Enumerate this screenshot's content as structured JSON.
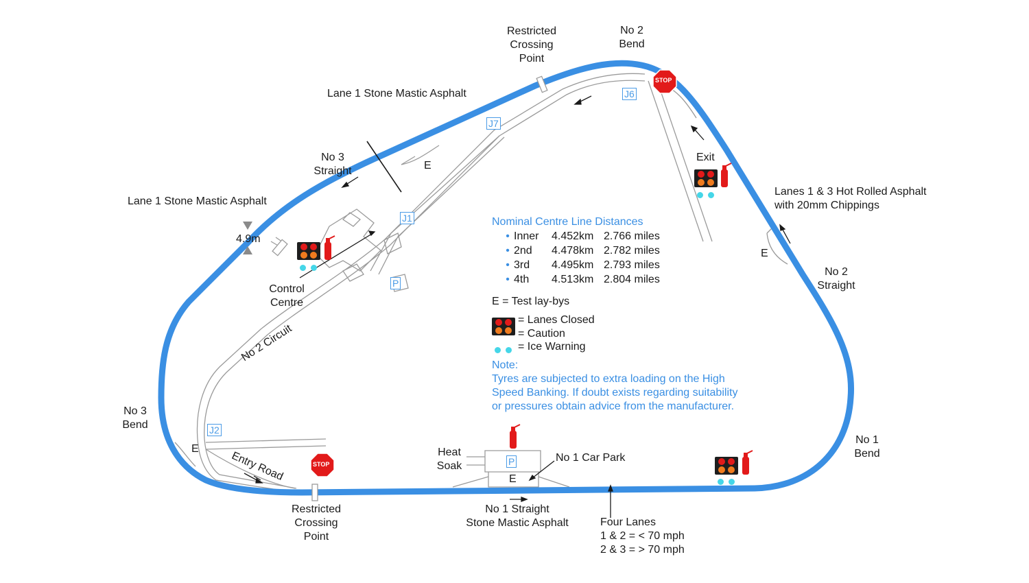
{
  "labels": {
    "lane1_top": "Lane 1  Stone Mastic Asphalt",
    "lane1_left": "Lane 1  Stone Mastic Asphalt",
    "no3_straight": "No 3\nStraight",
    "restricted_top": "Restricted\nCrossing\nPoint",
    "no2_bend": "No 2\nBend",
    "exit": "Exit",
    "lanes13": "Lanes 1 & 3 Hot Rolled Asphalt\nwith 20mm Chippings",
    "no2_straight": "No 2\nStraight",
    "width": "4.9m",
    "control_centre": "Control\nCentre",
    "no2_circuit": "No 2 Circuit",
    "no3_bend": "No 3\nBend",
    "entry_road": "Entry Road",
    "restricted_bottom": "Restricted\nCrossing\nPoint",
    "heat_soak": "Heat\nSoak",
    "no1_car_park": "No 1 Car Park",
    "no1_straight": "No 1 Straight\nStone Mastic Asphalt",
    "four_lanes": "Four Lanes\n1 & 2 = < 70 mph\n2 & 3 = > 70 mph",
    "no1_bend": "No 1\nBend",
    "e": "E",
    "stop": "STOP"
  },
  "junctions": {
    "j1": "J1",
    "j2": "J2",
    "j6": "J6",
    "j7": "J7",
    "p": "P"
  },
  "legend": {
    "title": "Nominal Centre Line Distances",
    "distances": [
      {
        "name": "Inner",
        "km": "4.452km",
        "miles": "2.766 miles"
      },
      {
        "name": "2nd",
        "km": "4.478km",
        "miles": "2.782 miles"
      },
      {
        "name": "3rd",
        "km": "4.495km",
        "miles": "2.793 miles"
      },
      {
        "name": "4th",
        "km": "4.513km",
        "miles": "2.804 miles"
      }
    ],
    "e_key": "E  = Test lay-bys",
    "lanes_closed": "= Lanes Closed",
    "caution": "= Caution",
    "ice_warning": "= Ice Warning",
    "note_title": "Note:",
    "note_text": "Tyres are subjected to extra loading on the High\nSpeed Banking. If doubt exists regarding suitability\nor pressures obtain advice from the manufacturer."
  },
  "colors": {
    "track": "#3a8fe3",
    "road": "#9a9a9a",
    "signal_red": "#e21a1a",
    "signal_amber": "#f07b1e",
    "ice": "#45d6e8",
    "stop": "#e21a1a",
    "extinguisher": "#e21a1a"
  }
}
